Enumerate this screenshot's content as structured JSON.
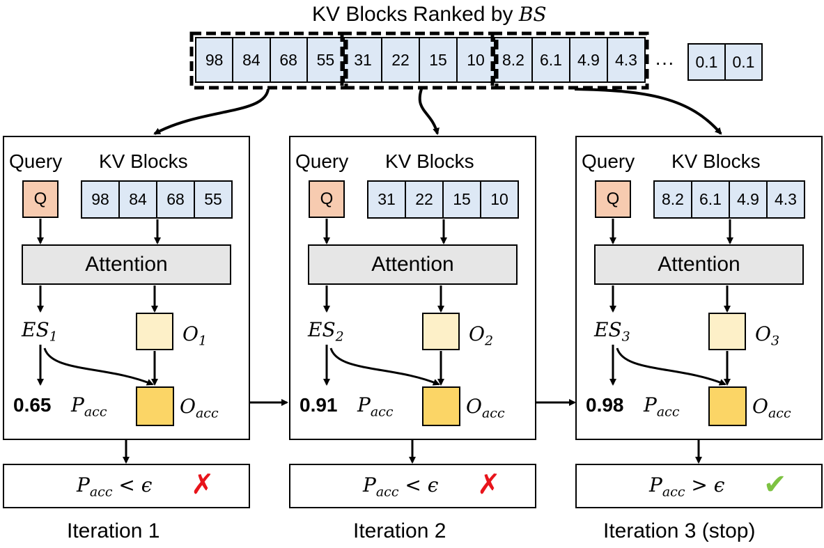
{
  "title": {
    "text": "KV Blocks Ranked by ",
    "math": "BS"
  },
  "ranked_blocks": {
    "groups": [
      [
        "98",
        "84",
        "68",
        "55"
      ],
      [
        "31",
        "22",
        "15",
        "10"
      ],
      [
        "8.2",
        "6.1",
        "4.9",
        "4.3"
      ]
    ],
    "ellipsis": "···",
    "tail": [
      "0.1",
      "0.1"
    ]
  },
  "iterations": [
    {
      "query_label": "Query",
      "kv_label": "KV Blocks",
      "q": "Q",
      "blocks": [
        "98",
        "84",
        "68",
        "55"
      ],
      "attention": "Attention",
      "es": "ES",
      "es_sub": "1",
      "o": "O",
      "o_sub": "1",
      "p_value": "0.65",
      "p": "P",
      "p_sub": "acc",
      "oacc": "O",
      "oacc_sub": "acc",
      "cond_p": "P",
      "cond_sub": "acc",
      "cond_op": "< ϵ",
      "result": "fail",
      "result_icon": "✗",
      "caption": "Iteration 1"
    },
    {
      "query_label": "Query",
      "kv_label": "KV Blocks",
      "q": "Q",
      "blocks": [
        "31",
        "22",
        "15",
        "10"
      ],
      "attention": "Attention",
      "es": "ES",
      "es_sub": "2",
      "o": "O",
      "o_sub": "2",
      "p_value": "0.91",
      "p": "P",
      "p_sub": "acc",
      "oacc": "O",
      "oacc_sub": "acc",
      "cond_p": "P",
      "cond_sub": "acc",
      "cond_op": "< ϵ",
      "result": "fail",
      "result_icon": "✗",
      "caption": "Iteration 2"
    },
    {
      "query_label": "Query",
      "kv_label": "KV Blocks",
      "q": "Q",
      "blocks": [
        "8.2",
        "6.1",
        "4.9",
        "4.3"
      ],
      "attention": "Attention",
      "es": "ES",
      "es_sub": "3",
      "o": "O",
      "o_sub": "3",
      "p_value": "0.98",
      "p": "P",
      "p_sub": "acc",
      "oacc": "O",
      "oacc_sub": "acc",
      "cond_p": "P",
      "cond_sub": "acc",
      "cond_op": "> ϵ",
      "result": "pass",
      "result_icon": "✔",
      "caption": "Iteration 3 (stop)"
    }
  ],
  "colors": {
    "kv_block": "#dde8f5",
    "query": "#f7cbb0",
    "attention": "#e6e6e6",
    "partial_output": "#fdf0c8",
    "accumulated_output": "#fbd566",
    "fail_mark": "#e8141b",
    "pass_mark": "#7dc242"
  }
}
